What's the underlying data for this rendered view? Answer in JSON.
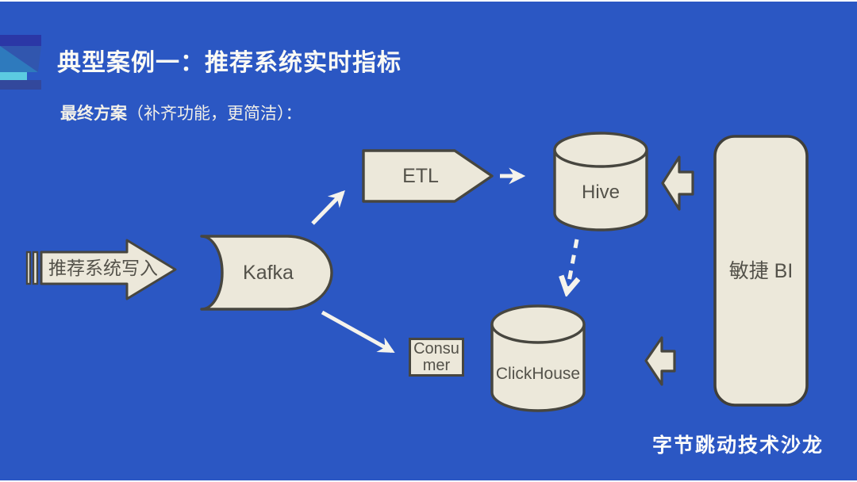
{
  "slide": {
    "title": "典型案例一：推荐系统实时指标",
    "subtitle_bold": "最终方案",
    "subtitle_rest": "（补齐功能，更简洁）：",
    "footer": "字节跳动技术沙龙"
  },
  "diagram": {
    "nodes": {
      "source": {
        "label": "推荐系统写入",
        "shape": "striped-right-arrow"
      },
      "kafka": {
        "label": "Kafka",
        "shape": "horizontal-cylinder"
      },
      "etl": {
        "label": "ETL",
        "shape": "pentagon-arrow"
      },
      "hive": {
        "label": "Hive",
        "shape": "cylinder"
      },
      "consumer": {
        "label": "Consumer",
        "shape": "rectangle"
      },
      "clickhouse": {
        "label": "ClickHouse",
        "shape": "cylinder"
      },
      "bi": {
        "label": "敏捷 BI",
        "shape": "rounded-rectangle"
      }
    },
    "edges": [
      {
        "from": "source",
        "to": "kafka",
        "style": "shape-points-at"
      },
      {
        "from": "kafka",
        "to": "etl",
        "style": "solid-arrow"
      },
      {
        "from": "etl",
        "to": "hive",
        "style": "solid-arrow"
      },
      {
        "from": "hive",
        "to": "clickhouse",
        "style": "dashed-arrow"
      },
      {
        "from": "kafka",
        "to": "consumer",
        "style": "solid-arrow"
      },
      {
        "from": "bi",
        "to": "hive",
        "style": "block-arrow-left"
      },
      {
        "from": "bi",
        "to": "clickhouse",
        "style": "block-arrow-left"
      }
    ]
  },
  "colors": {
    "bg": "#2b57c3",
    "cream": "#ece8da",
    "stroke": "#47463f",
    "ink": "#54524a",
    "white": "#f5f3ec",
    "logo-top": "#2b37a6",
    "logo-tri-a": "#2e7abd",
    "logo-tri-b": "#3156ae",
    "logo-cyan": "#5bcbe1",
    "logo-bottom": "#33489c"
  }
}
